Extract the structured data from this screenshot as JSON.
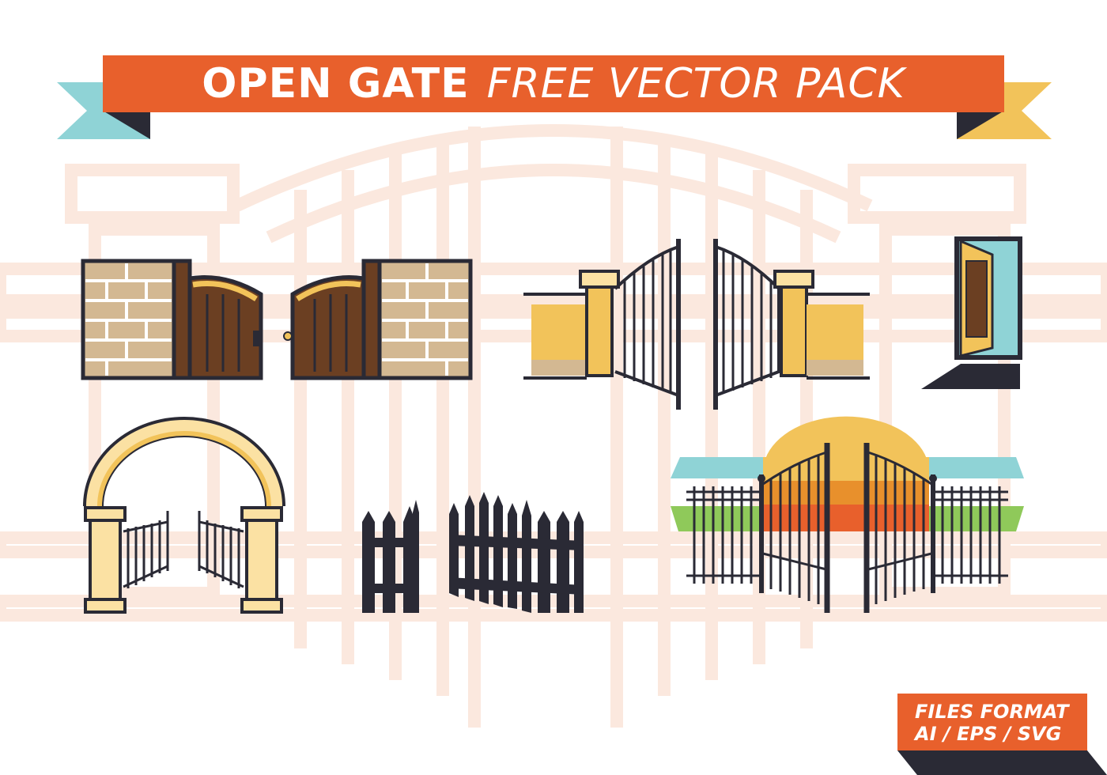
{
  "banner": {
    "title_bold": "OPEN GATE",
    "title_rest": "FREE VECTOR PACK"
  },
  "formats_badge": {
    "line1": "FILES FORMAT",
    "line2": "AI / EPS / SVG"
  },
  "illustrations": [
    {
      "name": "brick-wall-wooden-gate-left-icon"
    },
    {
      "name": "brick-wall-wooden-gate-right-icon"
    },
    {
      "name": "pillar-wrought-iron-gate-left-icon"
    },
    {
      "name": "pillar-wrought-iron-gate-right-icon"
    },
    {
      "name": "open-door-icon"
    },
    {
      "name": "stone-arch-gate-icon"
    },
    {
      "name": "picket-fence-gate-icon"
    },
    {
      "name": "sunset-iron-gate-icon"
    }
  ],
  "colors": {
    "orange": "#e8602c",
    "dark": "#2a2a35",
    "teal": "#8fd3d6",
    "yellow": "#f2c35a",
    "tan": "#d3b892",
    "brown": "#6b3f22",
    "green": "#8fc95a",
    "background_lines": "#fbe8de"
  }
}
